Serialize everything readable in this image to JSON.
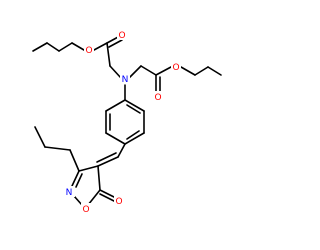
{
  "colors": {
    "background": "#ffffff",
    "bond": "#000000",
    "oxygen": "#ff0000",
    "nitrogen": "#0000ff"
  },
  "atoms": {
    "o_ester_left_single": "O",
    "o_ester_left_carbonyl": "O",
    "o_ester_right_single": "O",
    "o_ester_right_carbonyl": "O",
    "n_amine": "N",
    "n_ring": "N",
    "o_ring": "O",
    "o_ring_carbonyl": "O"
  }
}
